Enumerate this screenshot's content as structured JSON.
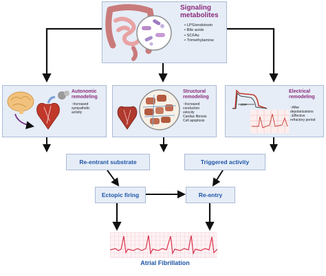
{
  "signaling": {
    "title_line1": "Signaling",
    "title_line2": "metabolites",
    "items": [
      "LPS/endotoxin",
      "Bile acids",
      "SCFAs",
      "Trimethylamine"
    ]
  },
  "autonomic": {
    "title_line1": "Autonomic",
    "title_line2": "remodeling",
    "desc_line1": "Increased",
    "desc_line2": "sympathetic",
    "desc_line3": "activity"
  },
  "structural": {
    "title_line1": "Structural",
    "title_line2": "remodeling",
    "desc": [
      "Increased",
      "conduction",
      "velocity",
      "Cardiac fibrosis",
      "Cell apoptosis"
    ]
  },
  "electrical": {
    "title_line1": "Electrical",
    "title_line2": "remodeling",
    "after_line1": "After",
    "after_line2": "depolarizations",
    "erp_line1": "Effective",
    "erp_line2": "refractory period",
    "erp_label": "ERP"
  },
  "nodes": {
    "reentrant": "Re-entrant substrate",
    "triggered": "Triggered activity",
    "ectopic": "Ectopic firing",
    "reentry": "Re-entry"
  },
  "outcome": "Atrial Fibrillation",
  "colors": {
    "title_purple": "#8a2a7b",
    "node_text_blue": "#1f55a6",
    "box_fill": "#e6edf7",
    "box_border": "#aab9d3",
    "ecg_red": "#d6344b"
  },
  "icons": [
    "intestine-icon",
    "bacteria-icon",
    "brain-icon",
    "heart-icon",
    "fibrosis-cells-icon",
    "action-potential-icon",
    "ecg-icon"
  ]
}
